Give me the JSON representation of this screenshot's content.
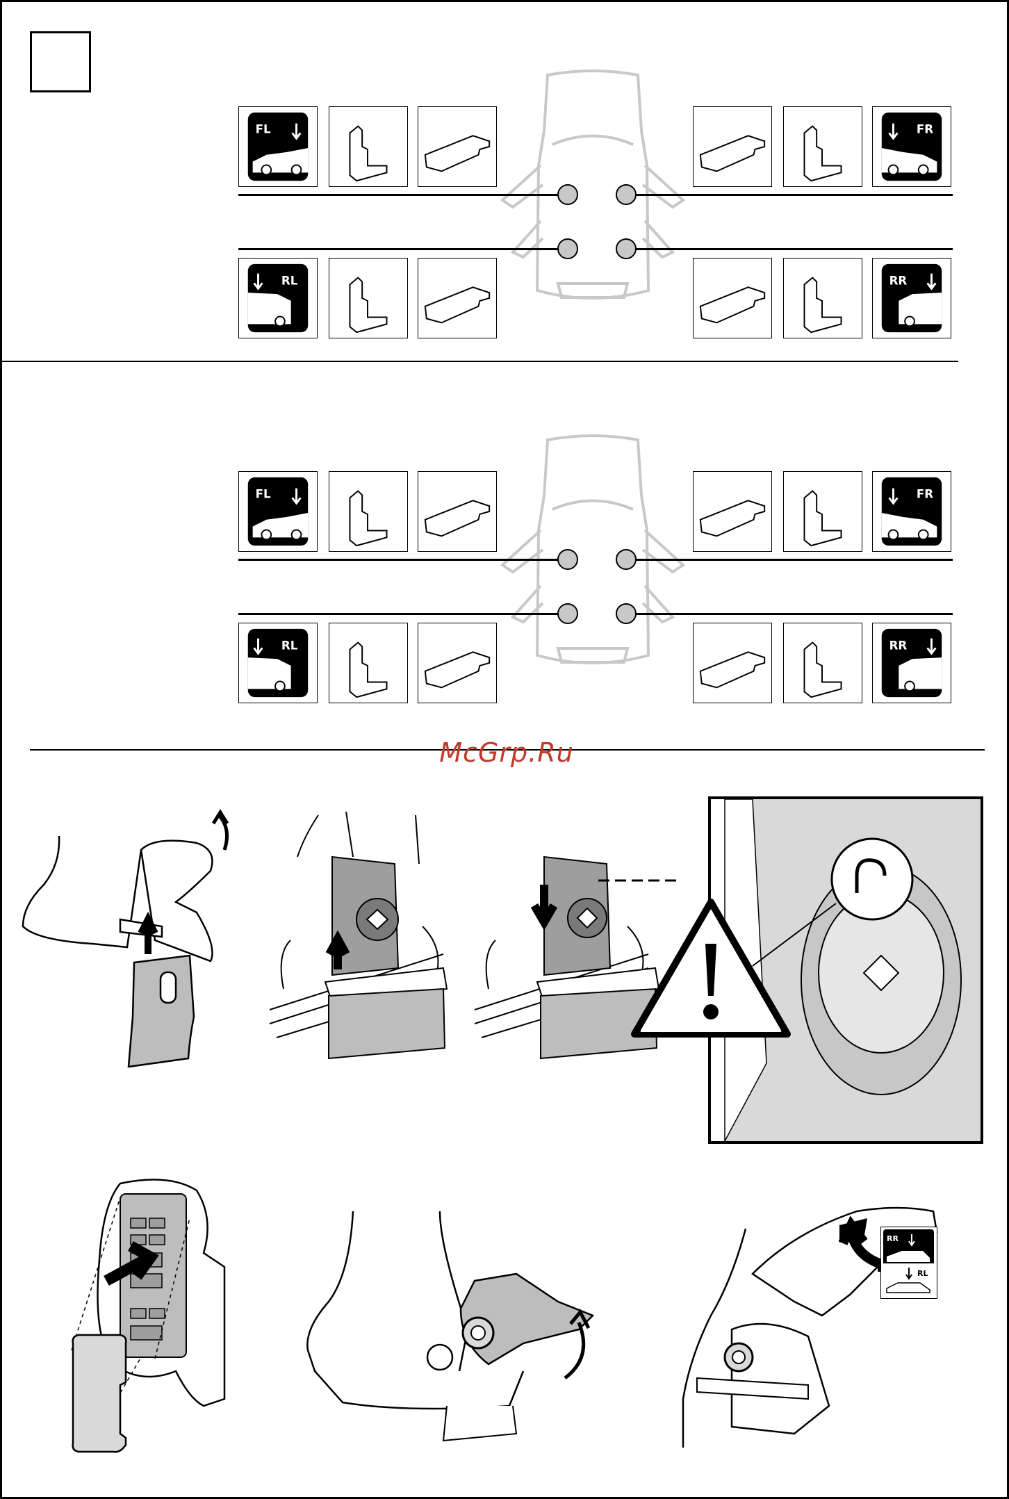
{
  "page": {
    "watermark": "McGrp.Ru"
  },
  "positions": {
    "front_left": "FL",
    "front_right": "FR",
    "rear_left": "RL",
    "rear_right": "RR"
  },
  "mini_badge": {
    "top": "RR",
    "bottom": "RL"
  },
  "icons": {
    "warning": "warning-triangle-icon",
    "arrow_up": "arrow-up-icon",
    "arrow_down": "arrow-down-icon",
    "rotate": "rotate-arrow-icon"
  },
  "colors": {
    "line": "#000000",
    "fill_gray": "#bdbdbd",
    "car_outline": "#c8c8c8",
    "watermark": "#c0392b"
  }
}
